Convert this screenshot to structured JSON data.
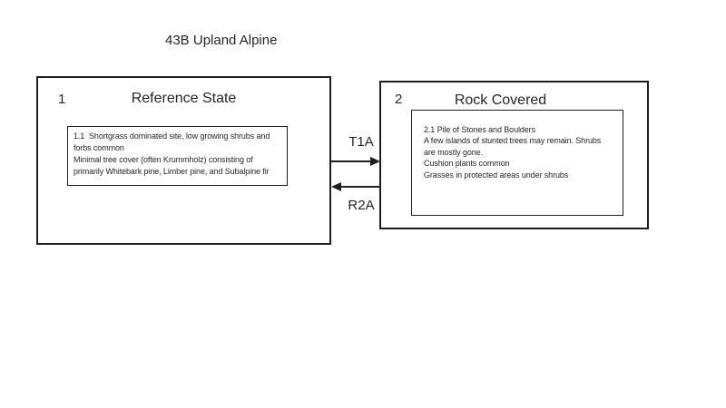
{
  "diagram": {
    "title": "43B Upland Alpine",
    "colors": {
      "background": "#ffffff",
      "line": "#1f1f1f",
      "text": "#262626"
    },
    "states": [
      {
        "number": "1",
        "title": "Reference State",
        "community_lines": [
          "1.1  Shortgrass dominated site, low growing shrubs and",
          "forbs common",
          "Minimal tree cover (often Krummholz) consisting of",
          "primarily Whitebark pine, Limber pine, and Subalpine fir"
        ]
      },
      {
        "number": "2",
        "title": "Rock Covered",
        "community_lines": [
          "2.1 Pile of Stones and Boulders",
          "A few islands of stunted trees may remain. Shrubs",
          "are mostly gone.",
          "Cushion plants common",
          "Grasses in protected areas under shrubs"
        ]
      }
    ],
    "transitions": [
      {
        "label": "T1A",
        "direction": "left-to-right"
      },
      {
        "label": "R2A",
        "direction": "right-to-left"
      }
    ]
  }
}
